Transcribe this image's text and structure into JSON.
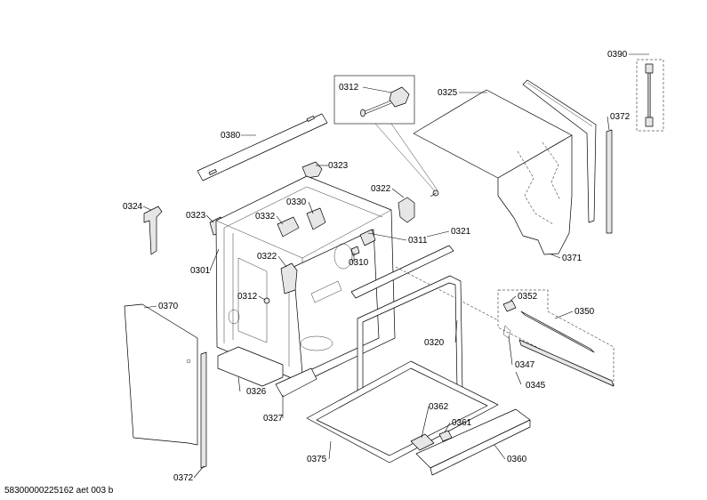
{
  "labels": {
    "l0390": "0390",
    "l0312a": "0312",
    "l0325": "0325",
    "l0372a": "0372",
    "l0380": "0380",
    "l0323a": "0323",
    "l0322a": "0322",
    "l0324": "0324",
    "l0323b": "0323",
    "l0330": "0330",
    "l0332": "0332",
    "l0311": "0311",
    "l0321": "0321",
    "l0322b": "0322",
    "l0310": "0310",
    "l0301": "0301",
    "l0371": "0371",
    "l0312b": "0312",
    "l0352": "0352",
    "l0350": "0350",
    "l0370": "0370",
    "l0320": "0320",
    "l0347": "0347",
    "l0345": "0345",
    "l0326": "0326",
    "l0327": "0327",
    "l0362": "0362",
    "l0361": "0361",
    "l0375": "0375",
    "l0360": "0360",
    "l0372b": "0372"
  },
  "footer": "58300000225162 aet 003 b"
}
